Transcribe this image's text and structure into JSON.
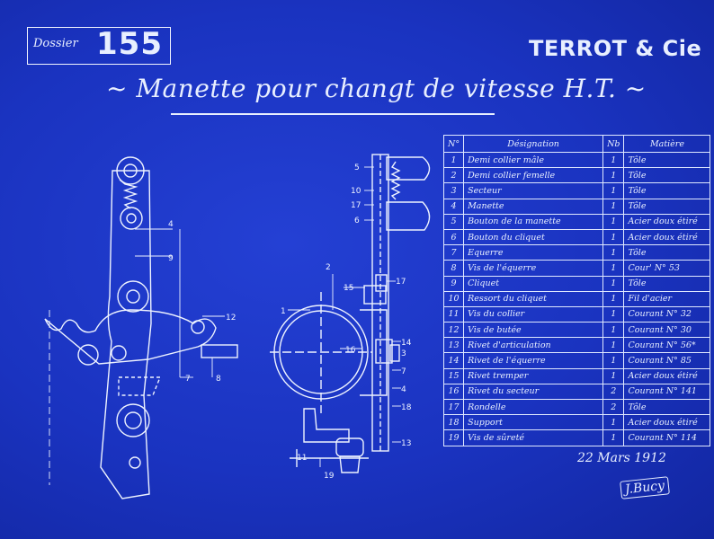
{
  "header": {
    "dossier_label": "Dossier",
    "dossier_number": "155",
    "company": "TERROT & Cie",
    "title": "~ Manette pour changt de vitesse H.T. ~"
  },
  "table": {
    "columns": [
      "N°",
      "Désignation",
      "Nb",
      "Matière"
    ],
    "rows": [
      [
        "1",
        "Demi collier mâle",
        "1",
        "Tôle"
      ],
      [
        "2",
        "Demi collier femelle",
        "1",
        "Tôle"
      ],
      [
        "3",
        "Secteur",
        "1",
        "Tôle"
      ],
      [
        "4",
        "Manette",
        "1",
        "Tôle"
      ],
      [
        "5",
        "Bouton de la manette",
        "1",
        "Acier doux étiré"
      ],
      [
        "6",
        "Bouton du cliquet",
        "1",
        "Acier doux étiré"
      ],
      [
        "7",
        "Equerre",
        "1",
        "Tôle"
      ],
      [
        "8",
        "Vis de l'équerre",
        "1",
        "Cour' N° 53"
      ],
      [
        "9",
        "Cliquet",
        "1",
        "Tôle"
      ],
      [
        "10",
        "Ressort du cliquet",
        "1",
        "Fil d'acier"
      ],
      [
        "11",
        "Vis du collier",
        "1",
        "Courant N° 32"
      ],
      [
        "12",
        "Vis de butée",
        "1",
        "Courant N° 30"
      ],
      [
        "13",
        "Rivet d'articulation",
        "1",
        "Courant N° 56*"
      ],
      [
        "14",
        "Rivet de l'équerre",
        "1",
        "Courant N° 85"
      ],
      [
        "15",
        "Rivet tremper",
        "1",
        "Acier doux étiré"
      ],
      [
        "16",
        "Rivet du secteur",
        "2",
        "Courant N° 141"
      ],
      [
        "17",
        "Rondelle",
        "2",
        "Tôle"
      ],
      [
        "18",
        "Support",
        "1",
        "Acier doux étiré"
      ],
      [
        "19",
        "Vis de sûreté",
        "1",
        "Courant N° 114"
      ]
    ]
  },
  "callouts": {
    "front_view": [
      "4",
      "9",
      "12",
      "7",
      "8"
    ],
    "section_view": [
      "2",
      "15",
      "17",
      "1",
      "16",
      "14",
      "3",
      "7",
      "4",
      "18",
      "13",
      "11",
      "19"
    ],
    "side_view": [
      "5",
      "10",
      "17",
      "6"
    ]
  },
  "footer": {
    "date": "22 Mars 1912",
    "signature": "J.Bucy"
  },
  "colors": {
    "paper": "#1a33c0",
    "ink": "#e8efff"
  }
}
